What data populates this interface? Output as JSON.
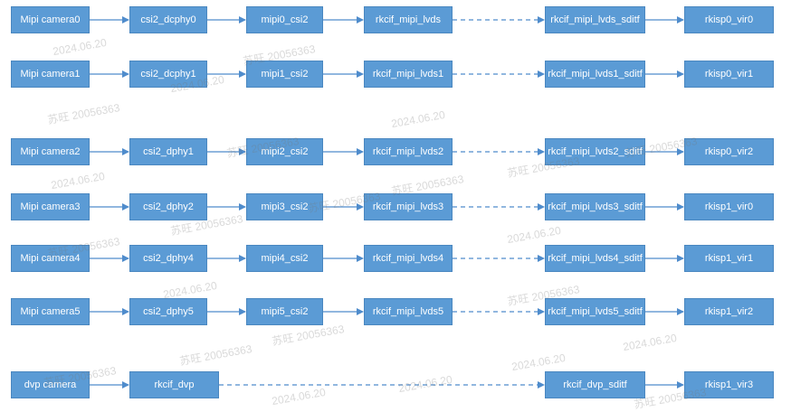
{
  "rows": [
    {
      "id": "r0",
      "nodes": [
        "Mipi camera0",
        "csi2_dcphy0",
        "mipi0_csi2",
        "rkcif_mipi_lvds",
        "rkcif_mipi_lvds_sditf",
        "rkisp0_vir0"
      ]
    },
    {
      "id": "r1",
      "nodes": [
        "Mipi camera1",
        "csi2_dcphy1",
        "mipi1_csi2",
        "rkcif_mipi_lvds1",
        "rkcif_mipi_lvds1_sditf",
        "rkisp0_vir1"
      ]
    },
    {
      "id": "r2",
      "nodes": [
        "Mipi camera2",
        "csi2_dphy1",
        "mipi2_csi2",
        "rkcif_mipi_lvds2",
        "rkcif_mipi_lvds2_sditf",
        "rkisp0_vir2"
      ]
    },
    {
      "id": "r3",
      "nodes": [
        "Mipi camera3",
        "csi2_dphy2",
        "mipi3_csi2",
        "rkcif_mipi_lvds3",
        "rkcif_mipi_lvds3_sditf",
        "rkisp1_vir0"
      ]
    },
    {
      "id": "r4",
      "nodes": [
        "Mipi camera4",
        "csi2_dphy4",
        "mipi4_csi2",
        "rkcif_mipi_lvds4",
        "rkcif_mipi_lvds4_sditf",
        "rkisp1_vir1"
      ]
    },
    {
      "id": "r5",
      "nodes": [
        "Mipi camera5",
        "csi2_dphy5",
        "mipi5_csi2",
        "rkcif_mipi_lvds5",
        "rkcif_mipi_lvds5_sditf",
        "rkisp1_vir2"
      ]
    },
    {
      "id": "r6",
      "nodes": [
        "dvp camera",
        "rkcif_dvp",
        "rkcif_dvp_sditf",
        "rkisp1_vir3"
      ]
    }
  ],
  "watermark": {
    "name": "苏旺 20056363",
    "date": "2024.06.20"
  },
  "colors": {
    "box_fill": "#5b9bd5",
    "box_border": "#4a87c0",
    "arrow": "#4f8ccc",
    "text": "#ffffff"
  }
}
